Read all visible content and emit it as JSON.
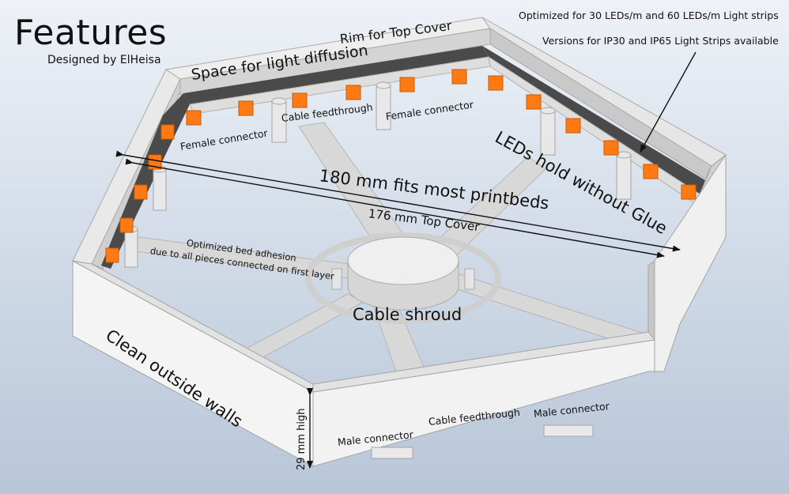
{
  "header": {
    "title": "Features",
    "designer": "Designed by ElHeisa"
  },
  "notes": {
    "optimized_strips": "Optimized for 30 LEDs/m and 60 LEDs/m Light strips",
    "versions": "Versions for IP30 and IP65 Light Strips available"
  },
  "annotations": {
    "rim": "Rim for Top Cover",
    "light_space": "Space for light diffusion",
    "female_connector_left": "Female connector",
    "cable_feedthrough_top": "Cable feedthrough",
    "female_connector_top": "Female connector",
    "leds_hold": "LEDs hold without Glue",
    "size_180": "180 mm fits most printbeds",
    "size_176": "176 mm Top Cover",
    "bed_adhesion_1": "Optimized bed adhesion",
    "bed_adhesion_2": "due to all pieces connected on first layer",
    "cable_shroud": "Cable shroud",
    "clean_walls": "Clean outside walls",
    "height": "29 mm high",
    "male_connector_left": "Male connector",
    "cable_feedthrough_bottom": "Cable feedthrough",
    "male_connector_right": "Male connector"
  },
  "colors": {
    "wall_light": "#f2f2f2",
    "wall_mid": "#dcdcdc",
    "wall_dark": "#b9b9b9",
    "diffusion_strip": "#4a4a4a",
    "led": "#ff7a14",
    "arrow": "#111111"
  }
}
